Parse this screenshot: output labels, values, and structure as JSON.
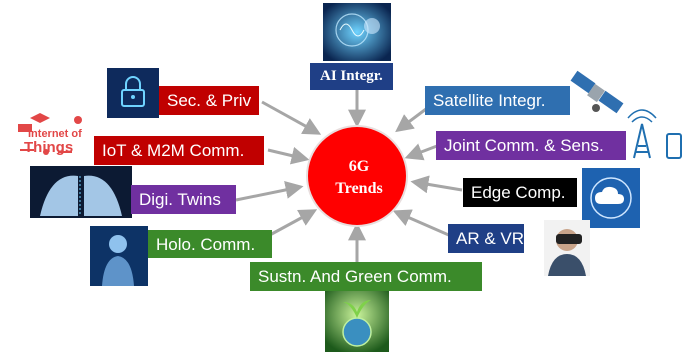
{
  "center": {
    "line1": "6G",
    "line2": "Trends",
    "color": "#ff0000"
  },
  "trends": {
    "ai": {
      "label": "AI Integr.",
      "color": "#1f3f86"
    },
    "sec": {
      "label": "Sec. & Priv",
      "color": "#c00000"
    },
    "iot": {
      "label": "IoT & M2M Comm.",
      "color": "#c00000"
    },
    "twins": {
      "label": "Digi. Twins",
      "color": "#7030a0"
    },
    "holo": {
      "label": "Holo. Comm.",
      "color": "#3b8a2a"
    },
    "green": {
      "label": "Sustn. And Green Comm.",
      "color": "#3b8a2a"
    },
    "ar": {
      "label": "AR & VR",
      "color": "#1f3f86"
    },
    "edge": {
      "label": "Edge Comp.",
      "color": "#000000"
    },
    "jcs": {
      "label": "Joint Comm. & Sens.",
      "color": "#7030a0"
    },
    "sat": {
      "label": "Satellite Integr.",
      "color": "#2f6fb0"
    }
  },
  "iot_logo": {
    "line1": "Internet of",
    "line2": "Things"
  },
  "arrow_color": "#a6a6a6"
}
